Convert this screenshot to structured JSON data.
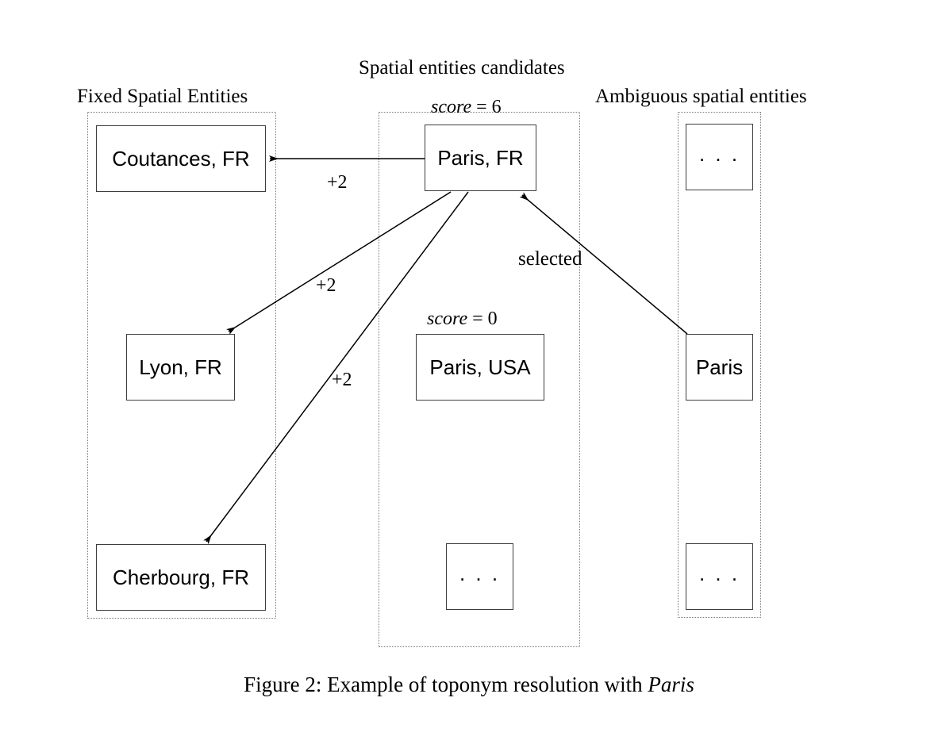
{
  "figure": {
    "caption_prefix": "Figure 2: Example of toponym resolution with ",
    "caption_emphasis": "Paris"
  },
  "columns": {
    "left": {
      "title": "Fixed Spatial Entities",
      "entities": [
        {
          "label": "Coutances, FR"
        },
        {
          "label": "Lyon, FR"
        },
        {
          "label": "Cherbourg, FR"
        }
      ]
    },
    "middle": {
      "title": "Spatial entities candidates",
      "entities": [
        {
          "label": "Paris, FR",
          "score_name": "score",
          "score_op": " = ",
          "score_value": "6"
        },
        {
          "label": "Paris, USA",
          "score_name": "score",
          "score_op": " = ",
          "score_value": "0"
        },
        {
          "label": ". . ."
        }
      ]
    },
    "right": {
      "title": "Ambiguous spatial entities",
      "entities": [
        {
          "label": ". . ."
        },
        {
          "label": "Paris"
        },
        {
          "label": ". . ."
        }
      ]
    }
  },
  "edges": [
    {
      "id": "paris-fr-to-coutances",
      "label": "+2",
      "from": "Paris, FR",
      "to": "Coutances, FR"
    },
    {
      "id": "paris-fr-to-lyon",
      "label": "+2",
      "from": "Paris, FR",
      "to": "Lyon, FR"
    },
    {
      "id": "paris-fr-to-cherbourg",
      "label": "+2",
      "from": "Paris, FR",
      "to": "Cherbourg, FR"
    },
    {
      "id": "paris-to-paris-fr",
      "label": "selected",
      "from": "Paris",
      "to": "Paris, FR"
    }
  ],
  "colors": {
    "ink": "#000000",
    "box_border": "#3d3d3d",
    "group_border": "#7a7a7a",
    "background": "#ffffff"
  }
}
